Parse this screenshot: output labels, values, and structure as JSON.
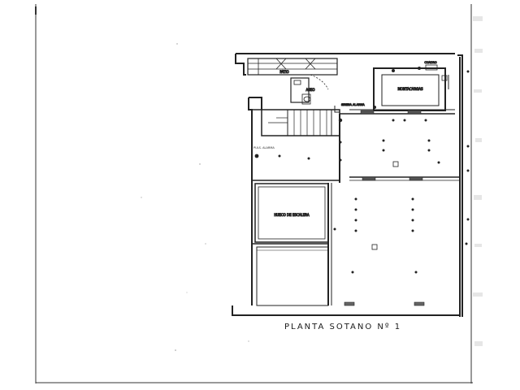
{
  "plan": {
    "title": "PLANTA SOTANO Nº 1",
    "labels": {
      "patio": "PATIO",
      "aseo": "ASEO",
      "montacargas": "MONTACARGAS",
      "cuadro": "CUADRO",
      "sirena_alarma": "SIRENA ALARMA",
      "pulsador_alarma": "PULS. ALARMA",
      "hueco_escalera": "HUECO DE ESCALERA"
    }
  }
}
